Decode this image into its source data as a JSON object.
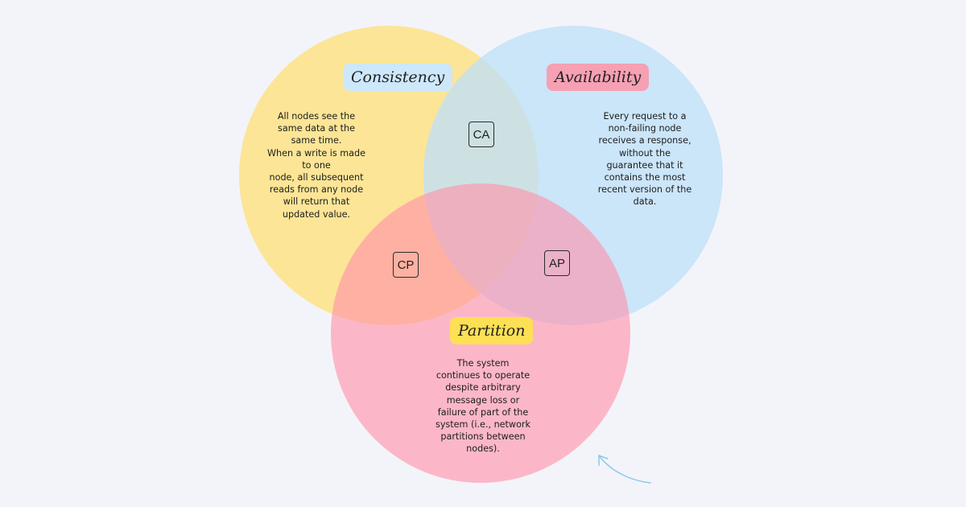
{
  "colors": {
    "background": "#f3f4f9",
    "consistency_circle": "#fde38d",
    "availability_circle": "#c6e3fa",
    "partition_circle": "#ff9fb3",
    "consistency_tag": "#cde8fb",
    "availability_tag": "#f6a0b3",
    "partition_tag": "#fde054",
    "arrow": "#8ec8ea"
  },
  "consistency": {
    "label": "Consistency",
    "description": "All nodes see the\nsame data at the\nsame time.\nWhen a write is made\nto one\nnode, all subsequent\nreads from any node\nwill return that\nupdated value."
  },
  "availability": {
    "label": "Availability",
    "description": "Every request to a\nnon-failing node\nreceives a response,\nwithout the\nguarantee that it\ncontains the most\nrecent version of the\ndata."
  },
  "partition": {
    "label": "Partition",
    "description": "The system\ncontinues to operate\ndespite arbitrary\nmessage loss or\nfailure of part of the\nsystem (i.e., network\npartitions between\nnodes)."
  },
  "regions": {
    "ca": "CA",
    "cp": "CP",
    "ap": "AP"
  },
  "decorations": {
    "arrow_icon": "curved-arrow-icon"
  }
}
